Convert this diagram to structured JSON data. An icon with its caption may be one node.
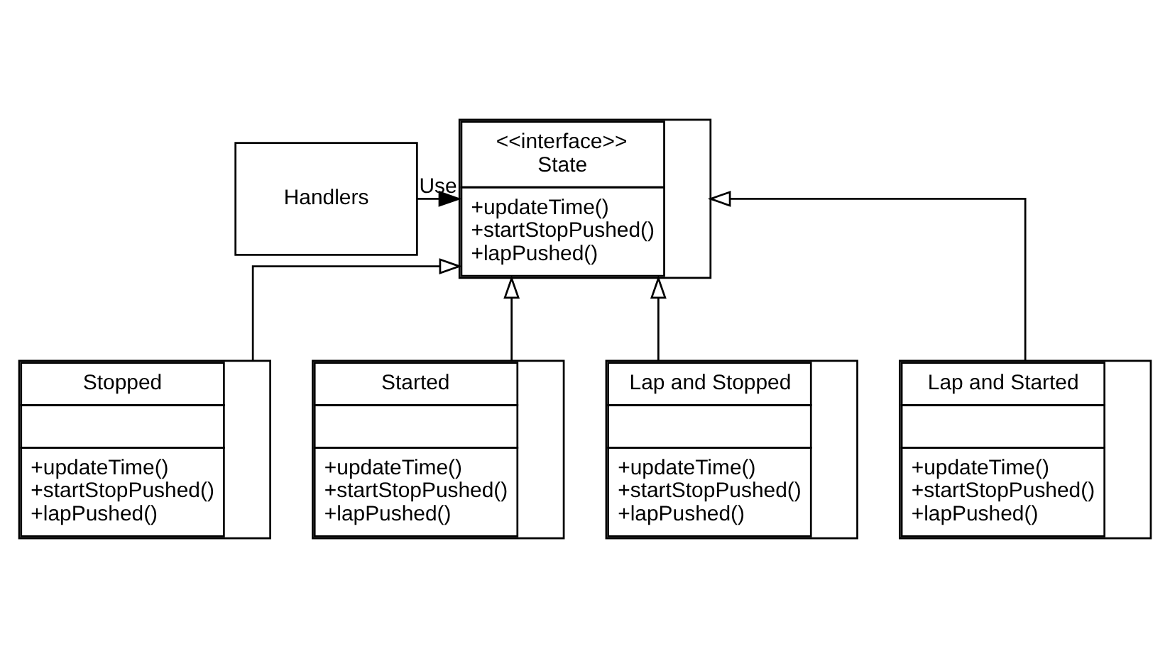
{
  "diagram": {
    "nodes": [
      {
        "text": [
          "Handlers"
        ]
      },
      {
        "text": [
          "<<interface>>",
          "State",
          "+updateTime() +startStopPushed() +lapPushed()"
        ]
      },
      {
        "text": [
          "Stopped",
          "+updateTime() +startStopPushed() +lapPushed()"
        ]
      },
      {
        "text": [
          "Started",
          "+updateTime() +startStopPushed() +lapPushed()"
        ]
      },
      {
        "text": [
          "Lap and Stopped",
          "+updateTime() +startStopPushed() +lapPushed()"
        ]
      },
      {
        "text": [
          "Lap and Started",
          "+updateTime() +startStopPushed() +lapPushed()"
        ]
      }
    ],
    "edges": [
      {
        "from": 0,
        "to": 1,
        "arrow": "to",
        "label": "Use"
      },
      {
        "from": 2,
        "to": 1,
        "arrow": "to"
      },
      {
        "from": 3,
        "to": 1,
        "arrow": "to"
      },
      {
        "from": 4,
        "to": 1,
        "arrow": "to"
      },
      {
        "from": 5,
        "to": 1,
        "arrow": "to"
      }
    ]
  }
}
